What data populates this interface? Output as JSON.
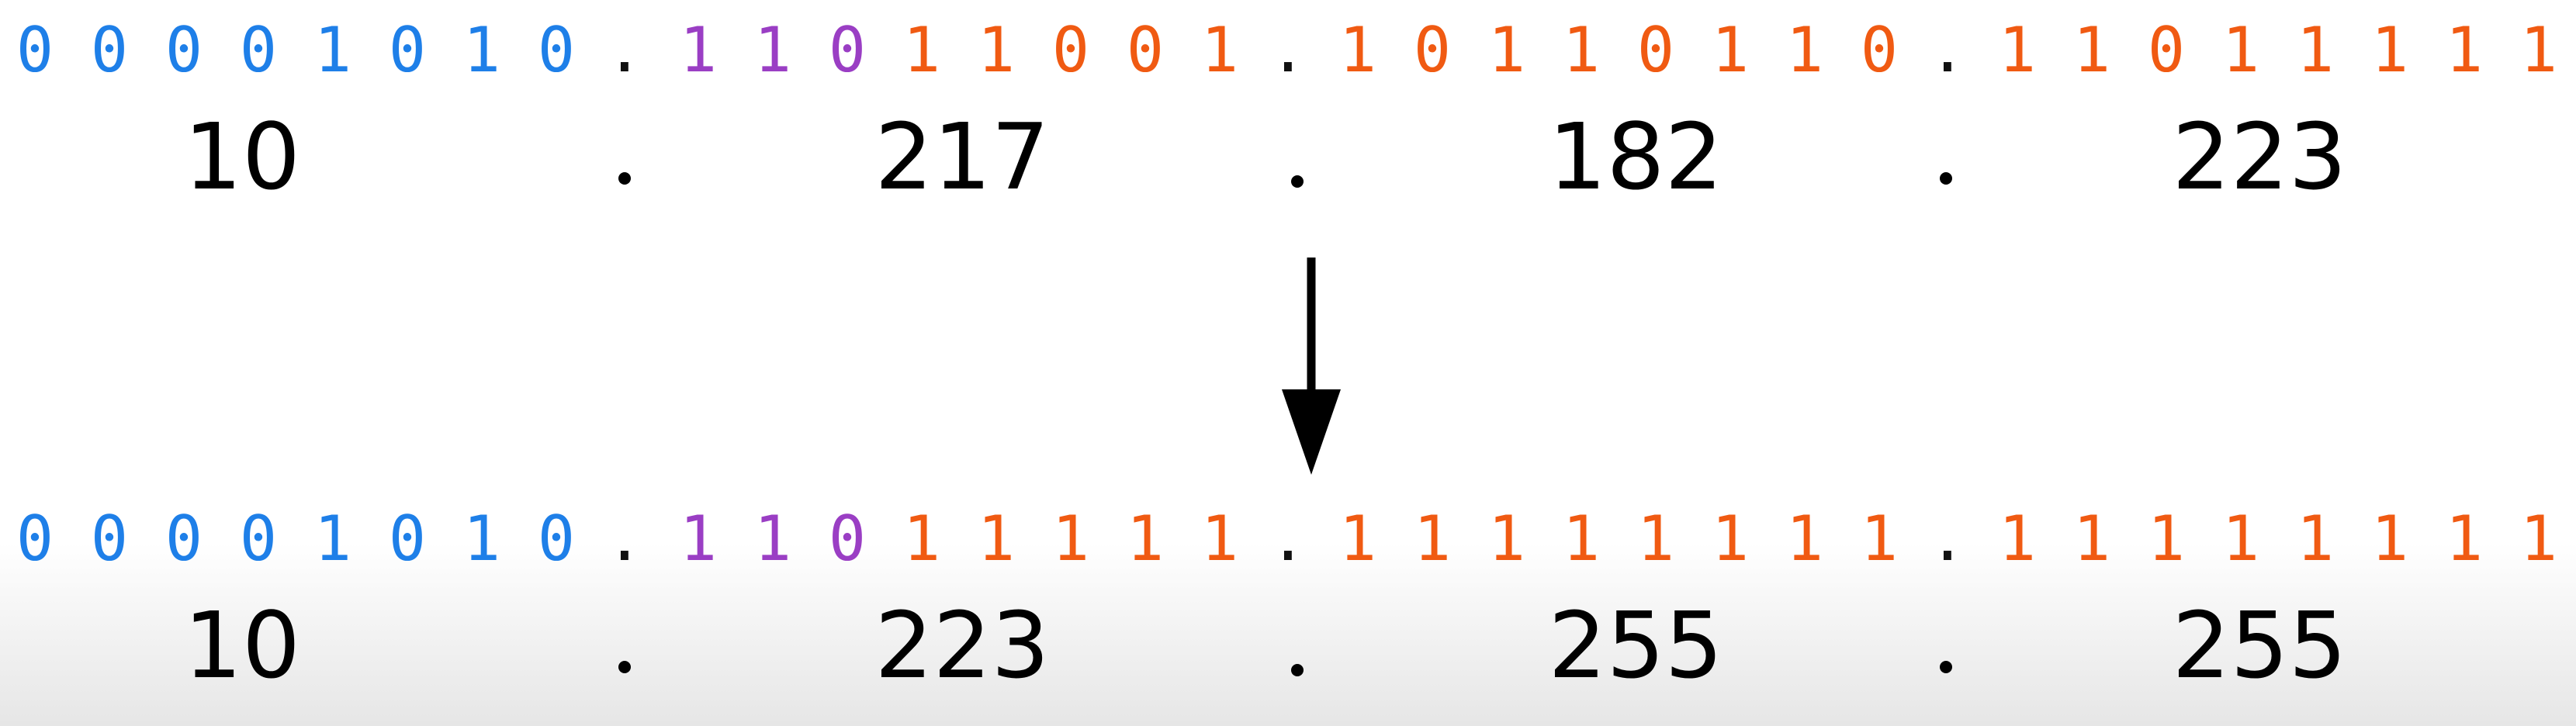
{
  "colors": {
    "network": "#1e7fe8",
    "subnet": "#9a3ec4",
    "host": "#f05a12",
    "separator": "#111111",
    "decimal": "#000000"
  },
  "original": {
    "octets": [
      {
        "bits": [
          "0",
          "0",
          "0",
          "0",
          "1",
          "0",
          "1",
          "0"
        ],
        "bit_roles": [
          "network",
          "network",
          "network",
          "network",
          "network",
          "network",
          "network",
          "network"
        ],
        "decimal": "10"
      },
      {
        "bits": [
          "1",
          "1",
          "0",
          "1",
          "1",
          "0",
          "0",
          "1"
        ],
        "bit_roles": [
          "subnet",
          "subnet",
          "subnet",
          "host",
          "host",
          "host",
          "host",
          "host"
        ],
        "decimal": "217"
      },
      {
        "bits": [
          "1",
          "0",
          "1",
          "1",
          "0",
          "1",
          "1",
          "0"
        ],
        "bit_roles": [
          "host",
          "host",
          "host",
          "host",
          "host",
          "host",
          "host",
          "host"
        ],
        "decimal": "182"
      },
      {
        "bits": [
          "1",
          "1",
          "0",
          "1",
          "1",
          "1",
          "1",
          "1"
        ],
        "bit_roles": [
          "host",
          "host",
          "host",
          "host",
          "host",
          "host",
          "host",
          "host"
        ],
        "decimal": "223"
      }
    ]
  },
  "result": {
    "octets": [
      {
        "bits": [
          "0",
          "0",
          "0",
          "0",
          "1",
          "0",
          "1",
          "0"
        ],
        "bit_roles": [
          "network",
          "network",
          "network",
          "network",
          "network",
          "network",
          "network",
          "network"
        ],
        "decimal": "10"
      },
      {
        "bits": [
          "1",
          "1",
          "0",
          "1",
          "1",
          "1",
          "1",
          "1"
        ],
        "bit_roles": [
          "subnet",
          "subnet",
          "subnet",
          "host",
          "host",
          "host",
          "host",
          "host"
        ],
        "decimal": "223"
      },
      {
        "bits": [
          "1",
          "1",
          "1",
          "1",
          "1",
          "1",
          "1",
          "1"
        ],
        "bit_roles": [
          "host",
          "host",
          "host",
          "host",
          "host",
          "host",
          "host",
          "host"
        ],
        "decimal": "255"
      },
      {
        "bits": [
          "1",
          "1",
          "1",
          "1",
          "1",
          "1",
          "1",
          "1"
        ],
        "bit_roles": [
          "host",
          "host",
          "host",
          "host",
          "host",
          "host",
          "host",
          "host"
        ],
        "decimal": "255"
      }
    ]
  },
  "separator": ".",
  "arrow_icon": "down-arrow-icon"
}
